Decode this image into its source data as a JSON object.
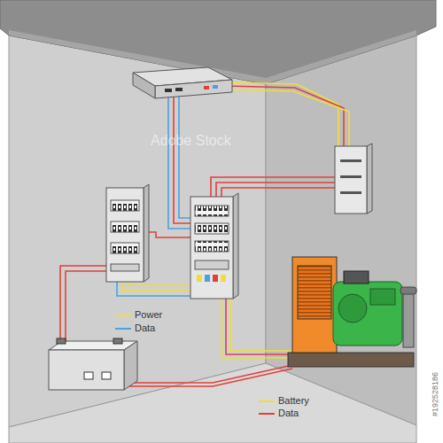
{
  "diagram": {
    "labels": [
      "Adobe Stock",
      "#192528186"
    ],
    "legend": [
      {
        "text": "Power",
        "color": "#f0dd3c"
      },
      {
        "text": "Data",
        "color": "#4aa3df"
      },
      {
        "text": "Battery",
        "color": "#f0dd3c"
      },
      {
        "text": "Data",
        "color": "#e0413a"
      }
    ]
  }
}
